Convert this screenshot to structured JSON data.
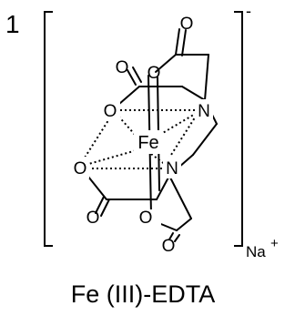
{
  "compound_number": "1",
  "complex_charge": "-",
  "counterion": {
    "symbol": "Na",
    "charge": "+"
  },
  "caption": "Fe (III)-EDTA",
  "atoms": {
    "fe": "Fe",
    "n_top": "N",
    "n_bottom": "N",
    "o_carbonyl_top_left": "O",
    "o_ring_top": "O",
    "o_carbonyl_top_right": "O",
    "o_coord_left_top": "O",
    "o_coord_left_bottom": "O",
    "o_carbonyl_bottom_left": "O",
    "o_ring_bottom": "O",
    "o_carbonyl_bottom_right": "O"
  }
}
